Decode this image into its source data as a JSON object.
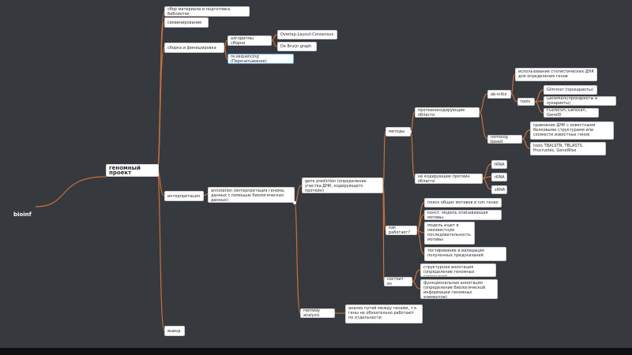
{
  "root": {
    "label": "bioinf"
  },
  "colors": {
    "background": "#36393e",
    "branch": "#c7703b",
    "node": "#ffffff",
    "selected_border": "#5aa9e6"
  },
  "nodes": {
    "genome_project": "геномный проект",
    "library_prep": "сбор материала и подготовка библиотек",
    "sequencing": "секвенирование",
    "assembly": "сборка и финишировка",
    "assembly_algorithms": "алгоритмы сборки",
    "olc": "Overlap-Layout-Consensus",
    "de_bruijn": "De Bruijn graph",
    "resequencing": "re-sequencing (Перечитывание)",
    "interpretation": "интерпретация",
    "annotation": "annotation (интерпретация генома, данных с помощью биологических данных)",
    "gene_prediction": "gene prediction (определение участка ДНК, кодирующего протеин)",
    "methods": "методы",
    "protein_coding": "протеинокодирующие области",
    "ab_initio": "ab-initio",
    "statistical_dna": "использование статистических ДНК для определения генов",
    "tools_label": "tools",
    "glimmer": "Glimmer (прокариоты)",
    "genemark": "GeneMark(прокариоты и эукариоты)",
    "fgenesh": "FGENESH, Genscan, GeneID",
    "homology": "homolog based",
    "compare_dna": "сравнение ДНК с известными белковыми структурами или схожести известных генов",
    "tblastn_tools": "tools TBALSTN, TBLASTX, Procrustes, GeneWise",
    "noncoding": "не кодирующие протеин области",
    "trna": "tRNA",
    "rrna": "rRNA",
    "srna": "sRNA",
    "how_works": "как работает?",
    "search_motifs": "поиск общих мотивов в non генах",
    "model_motifs": "конст. модель описывающая мотивы",
    "model_searches": "модель ищет в неизвестную последовательность мотивы",
    "testing": "тестирование и валидация полученных предсказаний",
    "consists_of": "состоит из",
    "structural": "структурная аннотация (определение геномных элементов)",
    "functional": "функциональная аннотация (определение биологической информации геномных элементов)",
    "pathway": "Pathway analysis",
    "pathway_desc": "анализ путей между генами, т.к. гены не обязательно работают по отдельности",
    "output": "вывод"
  }
}
